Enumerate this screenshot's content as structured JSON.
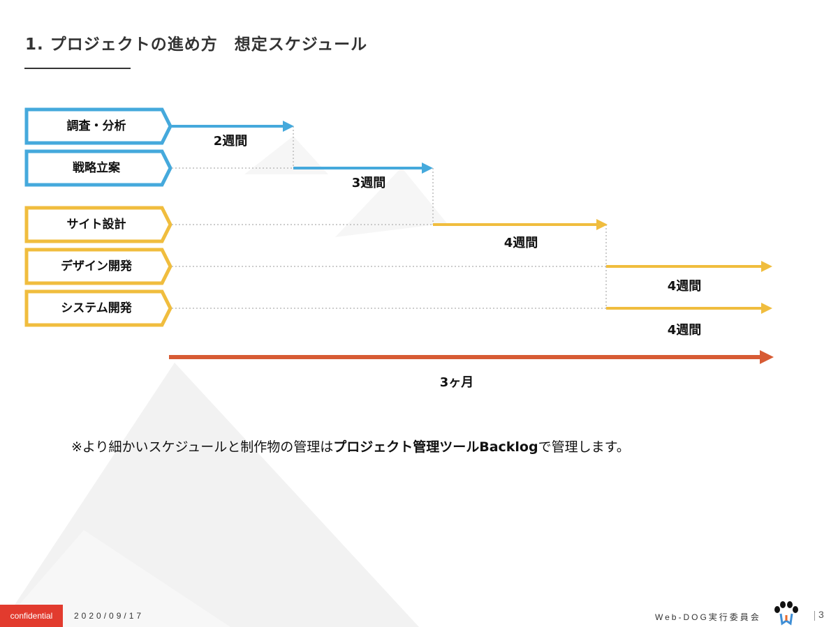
{
  "header": {
    "title": "1. プロジェクトの進め方　想定スケジュール"
  },
  "phases": [
    {
      "label": "調査・分析",
      "group": "research"
    },
    {
      "label": "戦略立案",
      "group": "research"
    },
    {
      "label": "サイト設計",
      "group": "build"
    },
    {
      "label": "デザイン開発",
      "group": "build"
    },
    {
      "label": "システム開発",
      "group": "build"
    }
  ],
  "durations": [
    {
      "label": "2週間",
      "phase": "調査・分析"
    },
    {
      "label": "3週間",
      "phase": "戦略立案"
    },
    {
      "label": "4週間",
      "phase": "サイト設計"
    },
    {
      "label": "4週間",
      "phase": "デザイン開発"
    },
    {
      "label": "4週間",
      "phase": "システム開発"
    }
  ],
  "total": {
    "label": "3ヶ月"
  },
  "note": {
    "prefix": "※より細かいスケジュールと制作物の管理は",
    "bold": "プロジェクト管理ツールBacklog",
    "suffix": "で管理します。"
  },
  "footer": {
    "badge": "confidential",
    "date": "2020/09/17",
    "org": "Web-DOG実行委員会",
    "page": "3"
  },
  "colors": {
    "research": "#45a9dc",
    "build": "#f0bd3e",
    "total": "#d75b34",
    "badge": "#e23b2e"
  }
}
